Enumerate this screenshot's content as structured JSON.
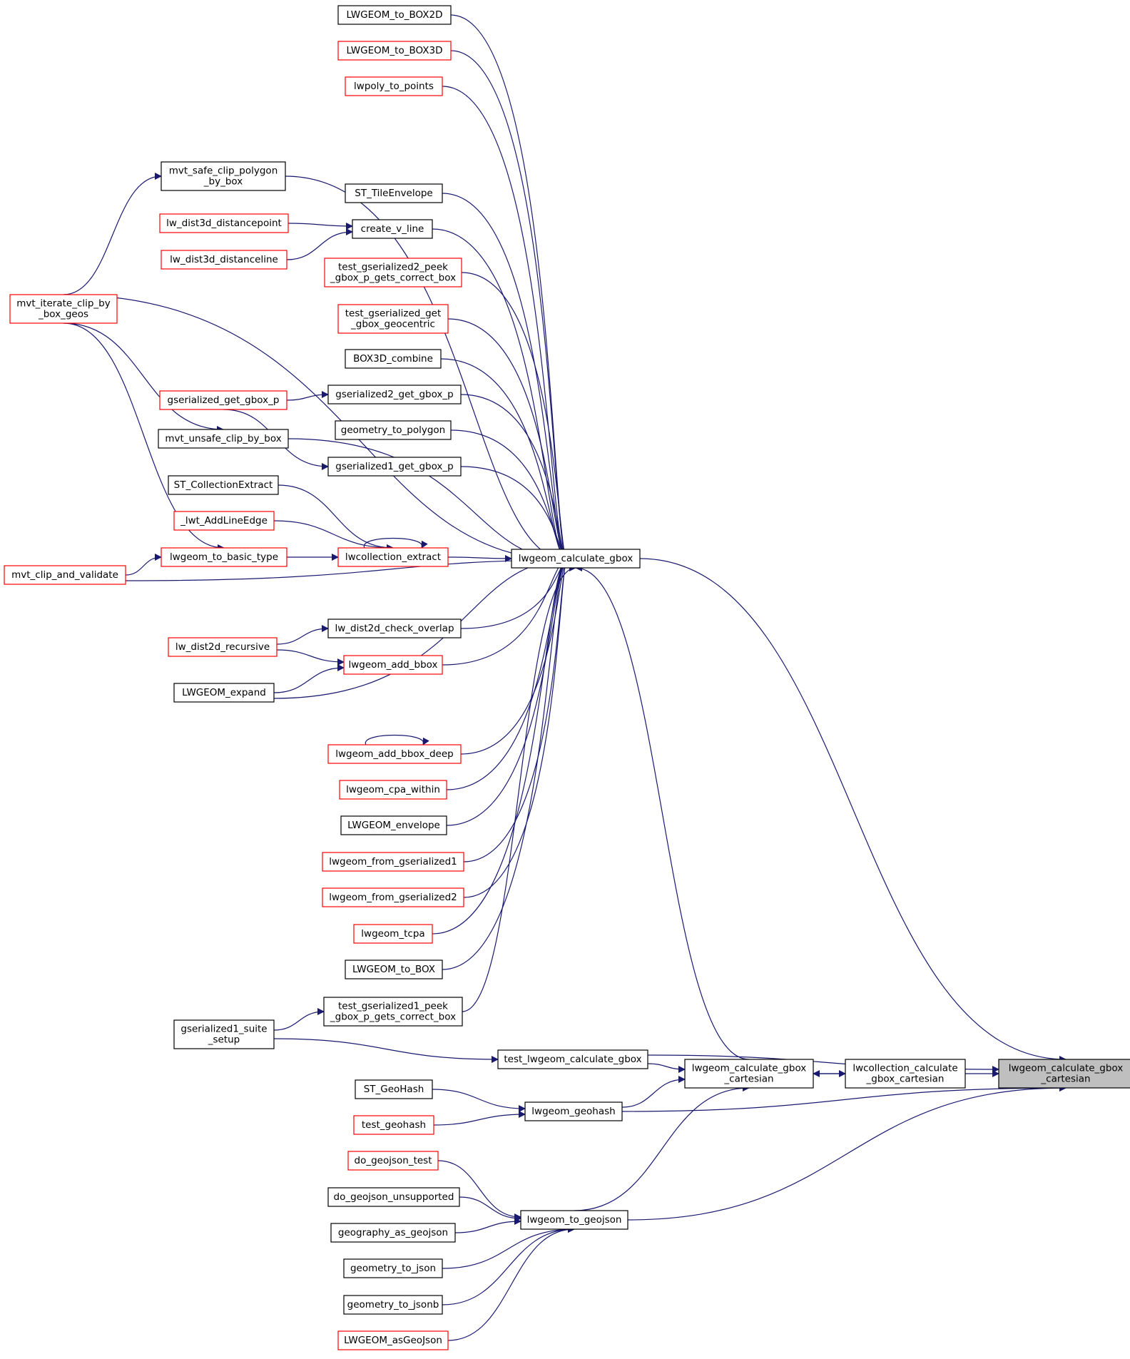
{
  "nodes": [
    {
      "id": "target",
      "lines": [
        "lwgeom_calculate_gbox",
        "_cartesian"
      ],
      "style": "target"
    },
    {
      "id": "lwcoll_cart",
      "lines": [
        "lwcollection_calculate",
        "_gbox_cartesian"
      ],
      "style": "black"
    },
    {
      "id": "lwg_cart",
      "lines": [
        "lwgeom_calculate_gbox",
        "_cartesian"
      ],
      "style": "black"
    },
    {
      "id": "calc",
      "lines": [
        "lwgeom_calculate_gbox"
      ],
      "style": "black"
    },
    {
      "id": "test_calc",
      "lines": [
        "test_lwgeom_calculate_gbox"
      ],
      "style": "black"
    },
    {
      "id": "geohash",
      "lines": [
        "lwgeom_geohash"
      ],
      "style": "black"
    },
    {
      "id": "geojson",
      "lines": [
        "lwgeom_to_geojson"
      ],
      "style": "black"
    },
    {
      "id": "box2d",
      "lines": [
        "LWGEOM_to_BOX2D"
      ],
      "style": "black"
    },
    {
      "id": "box3d",
      "lines": [
        "LWGEOM_to_BOX3D"
      ],
      "style": "red"
    },
    {
      "id": "poly_pts",
      "lines": [
        "lwpoly_to_points"
      ],
      "style": "red"
    },
    {
      "id": "mvt_safe",
      "lines": [
        "mvt_safe_clip_polygon",
        "_by_box"
      ],
      "style": "black"
    },
    {
      "id": "tileenv",
      "lines": [
        "ST_TileEnvelope"
      ],
      "style": "black"
    },
    {
      "id": "dist3d_pt",
      "lines": [
        "lw_dist3d_distancepoint"
      ],
      "style": "red"
    },
    {
      "id": "vline",
      "lines": [
        "create_v_line"
      ],
      "style": "black"
    },
    {
      "id": "dist3d_ln",
      "lines": [
        "lw_dist3d_distanceline"
      ],
      "style": "red"
    },
    {
      "id": "mvt_iter",
      "lines": [
        "mvt_iterate_clip_by",
        "_box_geos"
      ],
      "style": "red"
    },
    {
      "id": "tg2peek",
      "lines": [
        "test_gserialized2_peek",
        "_gbox_p_gets_correct_box"
      ],
      "style": "red"
    },
    {
      "id": "tggeo",
      "lines": [
        "test_gserialized_get",
        "_gbox_geocentric"
      ],
      "style": "red"
    },
    {
      "id": "b3comb",
      "lines": [
        "BOX3D_combine"
      ],
      "style": "black"
    },
    {
      "id": "gs_get",
      "lines": [
        "gserialized_get_gbox_p"
      ],
      "style": "red"
    },
    {
      "id": "gs2_get",
      "lines": [
        "gserialized2_get_gbox_p"
      ],
      "style": "black"
    },
    {
      "id": "geom2poly",
      "lines": [
        "geometry_to_polygon"
      ],
      "style": "black"
    },
    {
      "id": "mvt_unsafe",
      "lines": [
        "mvt_unsafe_clip_by_box"
      ],
      "style": "black"
    },
    {
      "id": "gs1_get",
      "lines": [
        "gserialized1_get_gbox_p"
      ],
      "style": "black"
    },
    {
      "id": "collext",
      "lines": [
        "ST_CollectionExtract"
      ],
      "style": "black"
    },
    {
      "id": "addline",
      "lines": [
        "_lwt_AddLineEdge"
      ],
      "style": "red"
    },
    {
      "id": "basic",
      "lines": [
        "lwgeom_to_basic_type"
      ],
      "style": "red"
    },
    {
      "id": "lwcollext",
      "lines": [
        "lwcollection_extract"
      ],
      "style": "red"
    },
    {
      "id": "mvt_clip",
      "lines": [
        "mvt_clip_and_validate"
      ],
      "style": "red"
    },
    {
      "id": "overlap",
      "lines": [
        "lw_dist2d_check_overlap"
      ],
      "style": "black"
    },
    {
      "id": "recursive",
      "lines": [
        "lw_dist2d_recursive"
      ],
      "style": "red"
    },
    {
      "id": "addbbox",
      "lines": [
        "lwgeom_add_bbox"
      ],
      "style": "red"
    },
    {
      "id": "expand",
      "lines": [
        "LWGEOM_expand"
      ],
      "style": "black"
    },
    {
      "id": "addbboxd",
      "lines": [
        "lwgeom_add_bbox_deep"
      ],
      "style": "red"
    },
    {
      "id": "cpa",
      "lines": [
        "lwgeom_cpa_within"
      ],
      "style": "red"
    },
    {
      "id": "envelope",
      "lines": [
        "LWGEOM_envelope"
      ],
      "style": "black"
    },
    {
      "id": "from1",
      "lines": [
        "lwgeom_from_gserialized1"
      ],
      "style": "red"
    },
    {
      "id": "from2",
      "lines": [
        "lwgeom_from_gserialized2"
      ],
      "style": "red"
    },
    {
      "id": "tcpa",
      "lines": [
        "lwgeom_tcpa"
      ],
      "style": "red"
    },
    {
      "id": "tobox",
      "lines": [
        "LWGEOM_to_BOX"
      ],
      "style": "black"
    },
    {
      "id": "tg1peek",
      "lines": [
        "test_gserialized1_peek",
        "_gbox_p_gets_correct_box"
      ],
      "style": "black"
    },
    {
      "id": "gs1suite",
      "lines": [
        "gserialized1_suite",
        "_setup"
      ],
      "style": "black"
    },
    {
      "id": "stgeohash",
      "lines": [
        "ST_GeoHash"
      ],
      "style": "black"
    },
    {
      "id": "testgeohash",
      "lines": [
        "test_geohash"
      ],
      "style": "red"
    },
    {
      "id": "dogjtest",
      "lines": [
        "do_geojson_test"
      ],
      "style": "red"
    },
    {
      "id": "dogjuns",
      "lines": [
        "do_geojson_unsupported"
      ],
      "style": "black"
    },
    {
      "id": "geoggj",
      "lines": [
        "geography_as_geojson"
      ],
      "style": "black"
    },
    {
      "id": "g2json",
      "lines": [
        "geometry_to_json"
      ],
      "style": "black"
    },
    {
      "id": "g2jsonb",
      "lines": [
        "geometry_to_jsonb"
      ],
      "style": "black"
    },
    {
      "id": "asgeojson",
      "lines": [
        "LWGEOM_asGeoJson"
      ],
      "style": "red"
    }
  ]
}
